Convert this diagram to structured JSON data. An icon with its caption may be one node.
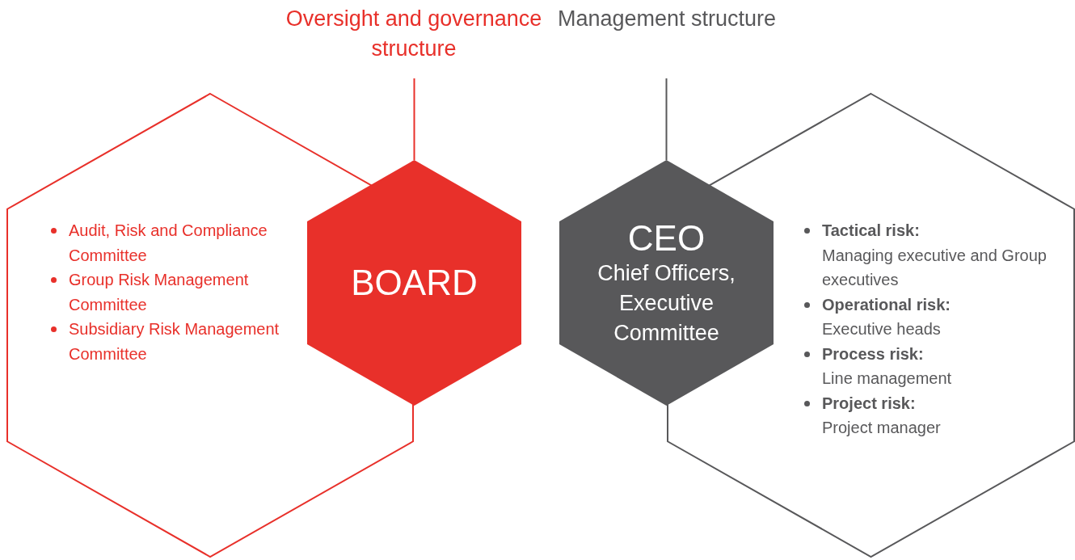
{
  "diagram": {
    "nodes": [
      {
        "text": [
          "Oversight and governance structure"
        ]
      },
      {
        "text": [
          "Audit, Risk and Compliance Committee",
          "Group Risk Management Committee",
          "Subsidiary Risk Management Committee"
        ]
      },
      {
        "text": [
          "BOARD"
        ]
      },
      {
        "text": [
          "Management structure"
        ]
      },
      {
        "text": [
          "CEO",
          "Chief Officers, Executive Committee"
        ]
      },
      {
        "text": [
          "**Tactical risk:** Managing executive and Group executives",
          "**Operational risk:** Executive heads",
          "**Process risk:** Line management",
          "**Project risk:** Project manager"
        ]
      }
    ],
    "edges": [
      {
        "from": 0,
        "to": 2,
        "arrow": "none",
        "color": "#e8302a"
      },
      {
        "from": 3,
        "to": 4,
        "arrow": "none",
        "color": "#58585a"
      }
    ]
  }
}
